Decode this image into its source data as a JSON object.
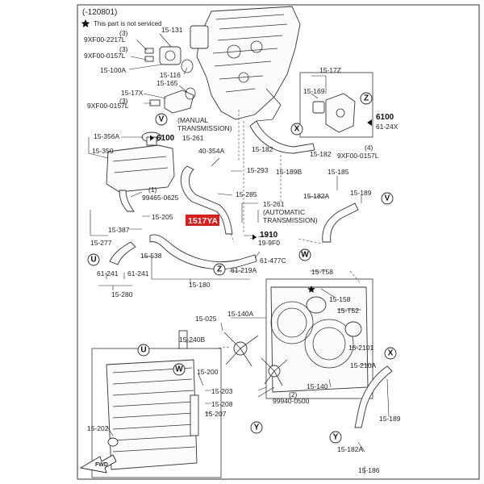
{
  "header": {
    "code": "(-120801)",
    "star_icon": "star-icon",
    "note": "This part is not serviced"
  },
  "highlight": {
    "part": "1517YA",
    "color": "#e11a1a"
  },
  "labels": {
    "l1": "15-131",
    "l2": "(3)",
    "l3": "9XF00-2217L",
    "l4": "(3)",
    "l5": "9XF00-0157L",
    "l6": "15-100A",
    "l7": "15-116",
    "l8": "15-17X",
    "l9": "15-165",
    "l10": "(3)",
    "l11": "9XF00-0157L",
    "l12": "(MANUAL",
    "l13": "TRANSMISSION)",
    "l14": "6100",
    "l15": "15-261",
    "l16": "15-356A",
    "l17": "15-350",
    "l18": "40-354A",
    "l19": "15-293",
    "l20": "15-182",
    "l21": "15-189B",
    "l22": "15-182",
    "l23": "9XF00-0157L",
    "l24": "(4)",
    "l25": "15-17Z",
    "l26": "15-169",
    "l27": "6100",
    "l28": "61-24X",
    "l29": "15-285",
    "l30": "15-261",
    "l31": "(AUTOMATIC",
    "l32": "TRANSMISSION)",
    "l33": "(1)",
    "l34": "99465-0625",
    "l35": "15-185",
    "l36": "15-182A",
    "l37": "15-189",
    "l38": "15-205",
    "l39": "1910",
    "l40": "19-9F0",
    "l41": "15-387",
    "l42": "15-277",
    "l43": "15-538",
    "l44": "61-477C",
    "l45": "61-219A",
    "l46": "61-241",
    "l47": "61-241",
    "l48": "15-180",
    "l49": "15-T58",
    "l50": "15-280",
    "l51": "15-158",
    "l52": "15-T52",
    "l53": "15-025",
    "l54": "15-140A",
    "l55": "15-2101",
    "l56": "15-240B",
    "l57": "15-210A",
    "l58": "15-200",
    "l59": "15-140",
    "l60": "15-203",
    "l61": "(2)",
    "l62": "99940-0500",
    "l63": "15-208",
    "l64": "15-207",
    "l65": "15-202",
    "l66": "15-189",
    "l67": "15-182A",
    "l68": "15-186",
    "l69": "FWD"
  },
  "callouts": {
    "z1": "Z",
    "v1": "V",
    "x1": "X",
    "v2": "V",
    "w1": "W",
    "u1": "U",
    "z2": "Z",
    "u2": "U",
    "w2": "W",
    "x2": "X",
    "y1": "Y",
    "y2": "Y"
  }
}
